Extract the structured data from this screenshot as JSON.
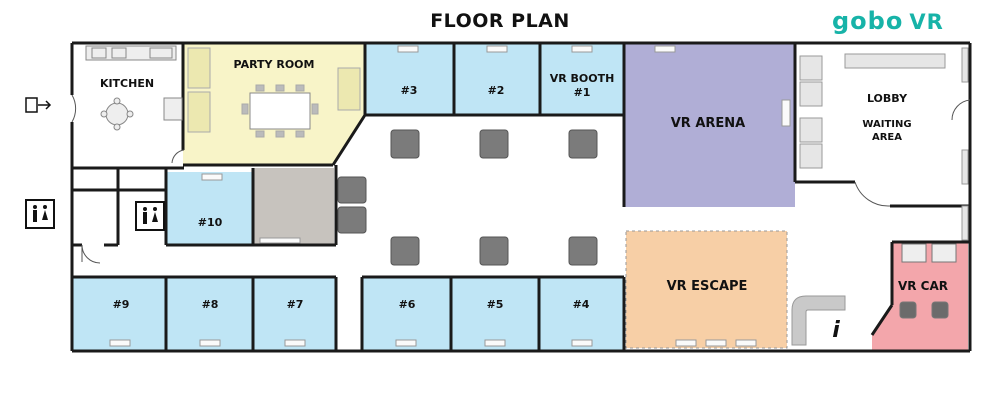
{
  "header": {
    "title": "FLOOR PLAN"
  },
  "logo": {
    "text": "gobo",
    "suffix": "VR"
  },
  "rooms": {
    "kitchen": "KITCHEN",
    "party_room": "PARTY ROOM",
    "booth1": [
      "VR BOOTH",
      "#1"
    ],
    "booth2": "#2",
    "booth3": "#3",
    "booth4": "#4",
    "booth5": "#5",
    "booth6": "#6",
    "booth7": "#7",
    "booth8": "#8",
    "booth9": "#9",
    "booth10": "#10",
    "vr_arena": "VR ARENA",
    "vr_escape": "VR ESCAPE",
    "lobby": "LOBBY",
    "waiting_area": [
      "WAITING",
      "AREA"
    ],
    "vr_car": "VR CAR",
    "info": "i"
  },
  "colors": {
    "booth": "#bfe5f5",
    "party": "#f8f4c8",
    "arena": "#b0aed6",
    "escape": "#f7cfa6",
    "vrcar": "#f3a6ab",
    "storage": "#c7c3be",
    "wall": "#1a1a1a",
    "brand": "#17b3a8"
  },
  "icons": [
    "restroom-icon",
    "exit-icon",
    "info-icon"
  ]
}
